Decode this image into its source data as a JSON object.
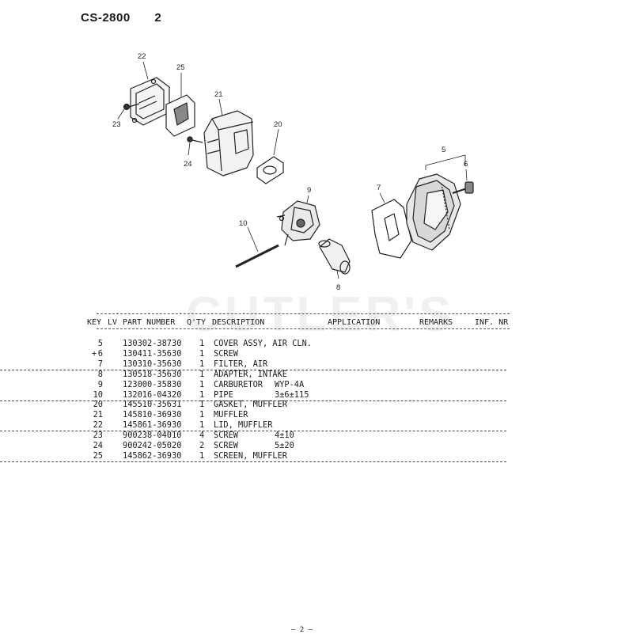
{
  "header": {
    "model": "CS-2800",
    "page_no": "2"
  },
  "watermark": "CUTLER'S",
  "callouts": [
    "22",
    "25",
    "21",
    "20",
    "23",
    "24",
    "5",
    "6",
    "7",
    "9",
    "10",
    "8"
  ],
  "table": {
    "headers": {
      "key": "KEY",
      "lv": "LV",
      "part_number": "PART NUMBER",
      "qty": "Q'TY",
      "description": "DESCRIPTION",
      "application": "APPLICATION",
      "remarks": "REMARKS",
      "inf": "INF. NR"
    },
    "rows": [
      {
        "key": "5",
        "mark": "",
        "part": "130302-38730",
        "qty": "1",
        "desc": "COVER ASSY, AIR CLN.",
        "spec": ""
      },
      {
        "key": "6",
        "mark": "+",
        "part": "130411-35630",
        "qty": "1",
        "desc": "SCREW",
        "spec": ""
      },
      {
        "key": "7",
        "mark": "",
        "part": "130310-35630",
        "qty": "1",
        "desc": "FILTER, AIR",
        "spec": ""
      },
      {
        "key": "8",
        "mark": "",
        "part": "130518-35630",
        "qty": "1",
        "desc": "ADAPTER, INTAKE",
        "spec": ""
      },
      {
        "key": "9",
        "mark": "",
        "part": "123000-35830",
        "qty": "1",
        "desc": "CARBURETOR",
        "spec": "WYP-4A"
      },
      {
        "key": "10",
        "mark": "",
        "part": "132016-04320",
        "qty": "1",
        "desc": "PIPE",
        "spec": "3±6±115"
      },
      {
        "key": "20",
        "mark": "",
        "part": "145510-35631",
        "qty": "1",
        "desc": "GASKET, MUFFLER",
        "spec": ""
      },
      {
        "key": "21",
        "mark": "",
        "part": "145810-36930",
        "qty": "1",
        "desc": "MUFFLER",
        "spec": ""
      },
      {
        "key": "22",
        "mark": "",
        "part": "145861-36930",
        "qty": "1",
        "desc": "LID, MUFFLER",
        "spec": ""
      },
      {
        "key": "23",
        "mark": "",
        "part": "900238-04010",
        "qty": "4",
        "desc": "SCREW",
        "spec": "4±10"
      },
      {
        "key": "24",
        "mark": "",
        "part": "900242-05020",
        "qty": "2",
        "desc": "SCREW",
        "spec": "5±20"
      },
      {
        "key": "25",
        "mark": "",
        "part": "145862-36930",
        "qty": "1",
        "desc": "SCREEN, MUFFLER",
        "spec": ""
      }
    ]
  },
  "footer": "— 2 —"
}
